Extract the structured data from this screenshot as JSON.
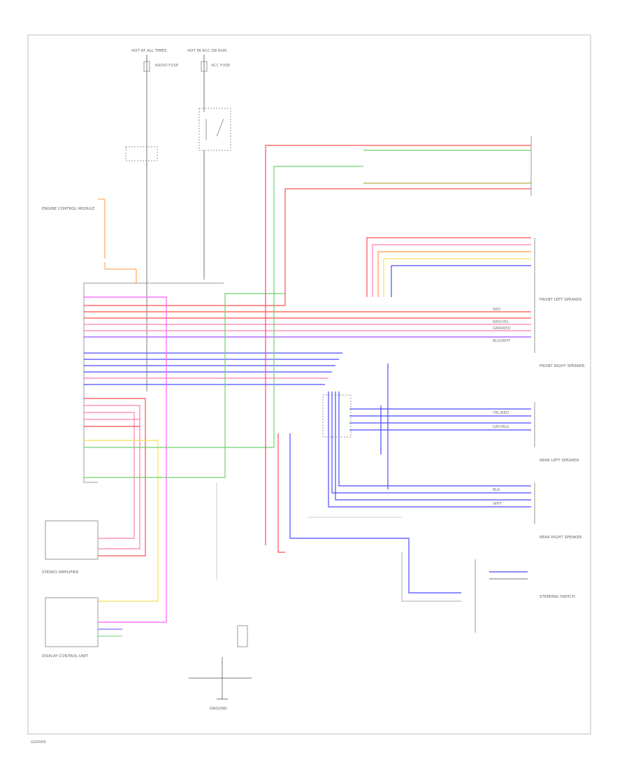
{
  "page_id": "G00066",
  "colors": {
    "red": "#ff4d4d",
    "pink": "#ff7fb2",
    "orange": "#ff9a3c",
    "yellow": "#f2e15a",
    "green": "#6fd16f",
    "blue": "#4a4aff",
    "violet": "#9a4dff",
    "magenta": "#ff5cff",
    "gray": "#999999",
    "black": "#555555"
  },
  "power": {
    "hot_at_all_times": "HOT AT ALL TIMES",
    "hot_in_acc_run": "HOT IN ACC OR RUN",
    "fuse_left": "RADIO FUSE",
    "fuse_right": "ACC FUSE"
  },
  "components": {
    "engine_control_module": "ENGINE CONTROL MODULE",
    "stereo_amplifier": "STEREO AMPLIFIER",
    "display_control_unit": "DISPLAY CONTROL UNIT",
    "hfl_speaker": "FRONT LEFT SPEAKER",
    "hfr_speaker": "FRONT RIGHT SPEAKER",
    "rl_speaker": "REAR LEFT SPEAKER",
    "rr_speaker": "REAR RIGHT SPEAKER",
    "steering_switch": "STEERING SWITCH",
    "ground": "GROUND"
  },
  "wire_labels": [
    "RED",
    "RED/YEL",
    "GRN/RED",
    "BLU/WHT",
    "YEL/RED",
    "GRY/BLU",
    "BLK",
    "WHT"
  ]
}
